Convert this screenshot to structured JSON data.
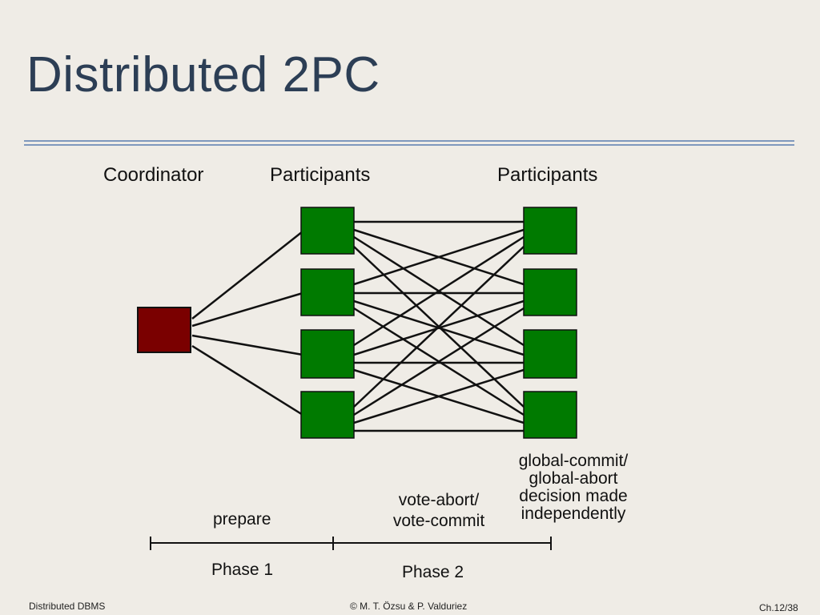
{
  "slide": {
    "title": "Distributed 2PC"
  },
  "diagram": {
    "coordinator_label": "Coordinator",
    "participants_label_1": "Participants",
    "participants_label_2": "Participants",
    "prepare_label": "prepare",
    "vote_label_line1": "vote-abort/",
    "vote_label_line2": "vote-commit",
    "decision_label_line1": "global-commit/",
    "decision_label_line2": "global-abort",
    "decision_label_line3": "decision made",
    "decision_label_line4": "independently",
    "phase1_label": "Phase 1",
    "phase2_label": "Phase 2",
    "colors": {
      "coordinator": "#7a0000",
      "participant": "#007a00",
      "title": "#2c3e55",
      "rule": "#7f98bd"
    }
  },
  "footer": {
    "left": "Distributed DBMS",
    "center": "© M. T. Özsu & P. Valduriez",
    "right": "Ch.12/38"
  }
}
